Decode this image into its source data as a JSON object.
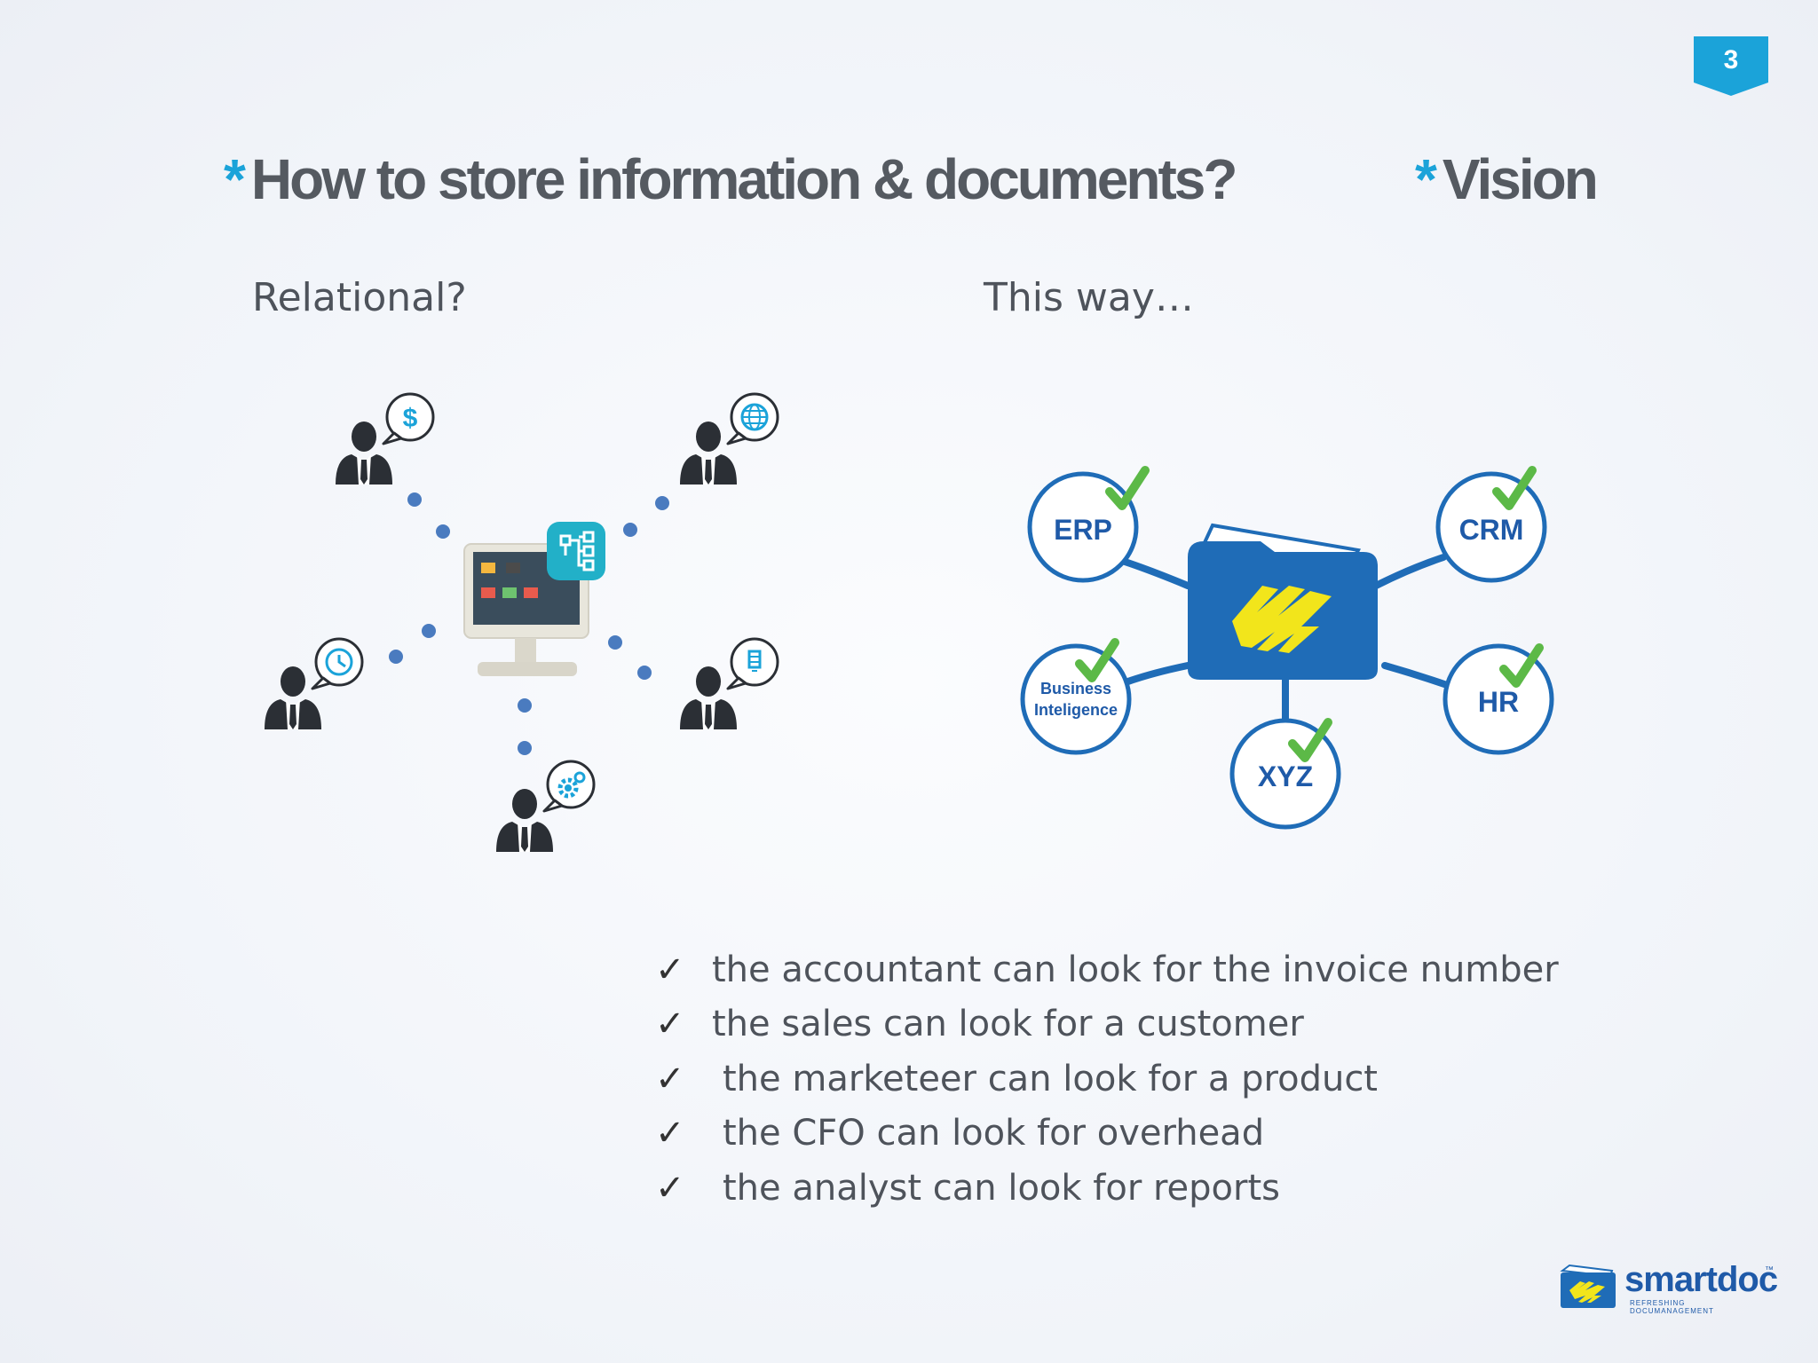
{
  "slide": {
    "page_number": "3",
    "colors": {
      "accent": "#1ba3d9",
      "brand_blue": "#1f6cb7",
      "check_green": "#5cb947",
      "lightning_yellow": "#f2e51b"
    }
  },
  "left": {
    "star": "*",
    "heading": "How to store information & documents?",
    "subheading": "Relational?",
    "illustration": {
      "center": "desktop-computer-with-hierarchy-icon",
      "users": [
        {
          "bubble": "dollar-icon"
        },
        {
          "bubble": "globe-icon"
        },
        {
          "bubble": "clock-icon"
        },
        {
          "bubble": "lightbulb-icon"
        },
        {
          "bubble": "gear-icon"
        }
      ]
    }
  },
  "right": {
    "star": "*",
    "heading": "Vision",
    "subheading": "This way…",
    "diagram": {
      "center": "folder-lightning-icon",
      "nodes": [
        {
          "label": "ERP"
        },
        {
          "label": "CRM"
        },
        {
          "label_line1": "Business",
          "label_line2": "Inteligence"
        },
        {
          "label": "HR"
        },
        {
          "label": "XYZ"
        }
      ]
    }
  },
  "checklist": {
    "tick": "✓",
    "items": [
      "the accountant can look for the invoice number",
      "the sales can look for a customer",
      "the marketeer can look for a product",
      "the CFO can look for overhead",
      "the analyst can look for reports"
    ]
  },
  "logo": {
    "wordmark": "smartdoc",
    "tagline": "REFRESHING DOCUMANAGEMENT",
    "tm": "™"
  }
}
